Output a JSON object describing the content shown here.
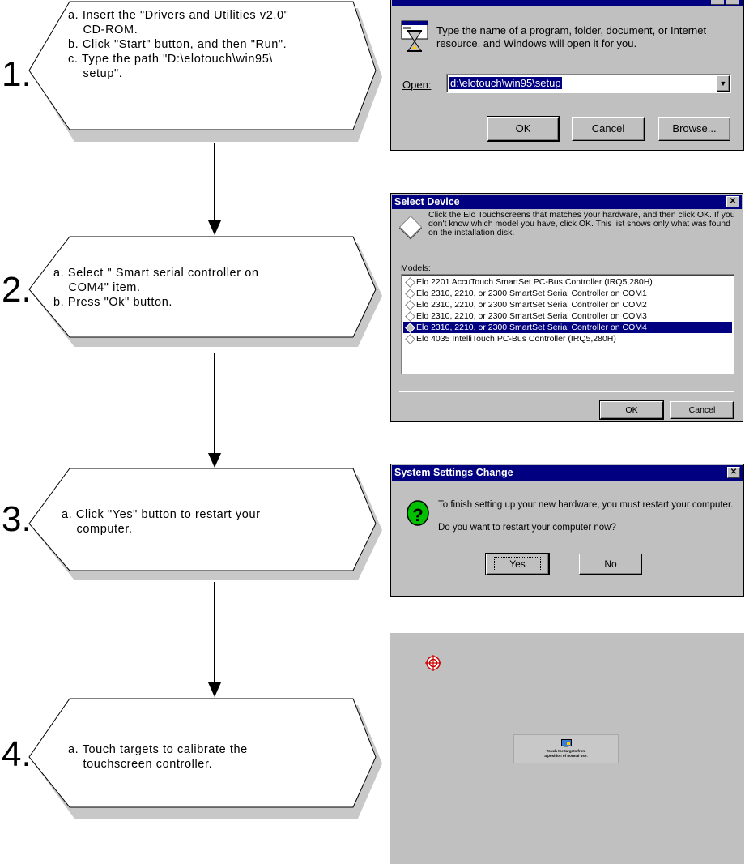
{
  "steps": [
    {
      "number": "1.",
      "lines": [
        "a. Insert the \"Drivers and Utilities v2.0\"",
        "    CD-ROM.",
        "b. Click \"Start\" button, and then \"Run\".",
        "c. Type the path \"D:\\elotouch\\win95\\",
        "    setup\"."
      ]
    },
    {
      "number": "2.",
      "lines": [
        "a. Select \" Smart serial controller on",
        "    COM4\" item.",
        "b. Press \"Ok\" button."
      ]
    },
    {
      "number": "3.",
      "lines": [
        "a. Click \"Yes\" button to restart your",
        "    computer."
      ]
    },
    {
      "number": "4.",
      "lines": [
        "a. Touch targets to calibrate the",
        "    touchscreen controller."
      ]
    }
  ],
  "run_dialog": {
    "description": "Type the name of a program, folder, document, or Internet resource, and Windows will open it for you.",
    "open_label": "Open:",
    "open_value": "d:\\elotouch\\win95\\setup",
    "ok": "OK",
    "cancel": "Cancel",
    "browse": "Browse..."
  },
  "select_device": {
    "title": "Select Device",
    "instructions": "Click the Elo Touchscreens that matches your hardware, and then click OK. If you don't know which model you have, click OK. This list shows only what was found on the installation disk.",
    "models_label": "Models:",
    "models": [
      "Elo 2201 AccuTouch SmartSet PC-Bus Controller (IRQ5,280H)",
      "Elo 2310, 2210, or 2300 SmartSet Serial Controller on COM1",
      "Elo 2310, 2210, or 2300 SmartSet Serial Controller on COM2",
      "Elo 2310, 2210, or 2300 SmartSet Serial Controller on COM3",
      "Elo 2310, 2210, or 2300 SmartSet Serial Controller on COM4",
      "Elo 4035 IntelliTouch PC-Bus Controller (IRQ5,280H)"
    ],
    "selected_index": 4,
    "ok": "OK",
    "cancel": "Cancel"
  },
  "restart_dialog": {
    "title": "System Settings Change",
    "message": "To finish setting up your new hardware, you must restart your computer.",
    "question": "Do you want to restart your computer now?",
    "yes": "Yes",
    "no": "No"
  },
  "calibration": {
    "line1": "Touch the targets from",
    "line2": "a position of normal use."
  },
  "colors": {
    "win_face": "#c0c0c0",
    "title_bar": "#000080",
    "target": "#cc0000",
    "calib_bg": "#c0c0c0"
  }
}
